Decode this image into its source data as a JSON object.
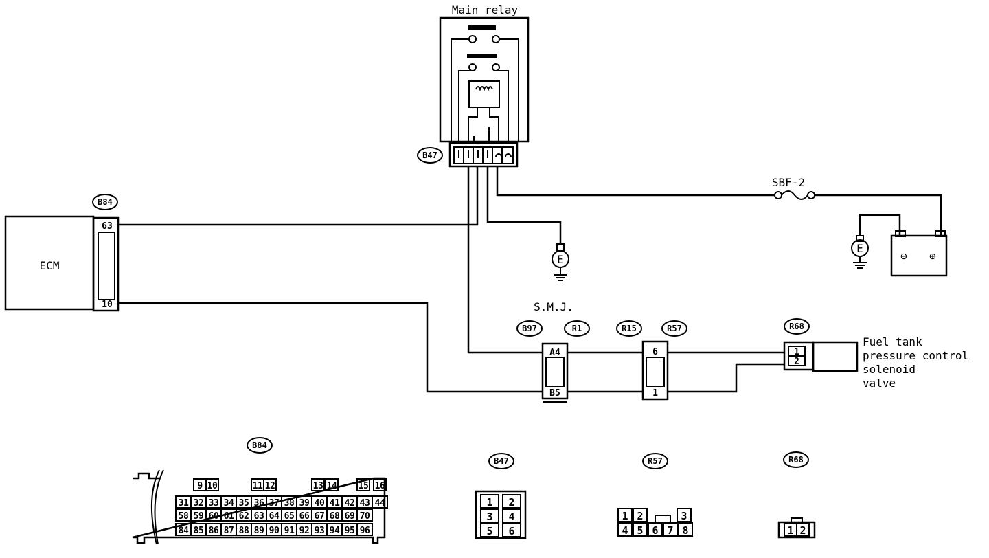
{
  "main_relay": {
    "title": "Main relay",
    "connector": "B47"
  },
  "ecm": {
    "label": "ECM",
    "connector": "B84",
    "pin_top": "63",
    "pin_bottom": "10"
  },
  "fuse": {
    "label": "SBF-2"
  },
  "ground_symbol": "E",
  "battery": {
    "neg": "⊖",
    "pos": "⊕"
  },
  "smj": {
    "label": "S.M.J.",
    "connector_left": "B97",
    "connector_right": "R1",
    "pin_top": "A4",
    "pin_bottom": "B5"
  },
  "r15_r57": {
    "connector_left": "R15",
    "connector_right": "R57",
    "pin_top": "6",
    "pin_bottom": "1"
  },
  "solenoid": {
    "connector": "R68",
    "pin_top": "1",
    "pin_bottom": "2",
    "label_lines": [
      "Fuel tank",
      "pressure control",
      "solenoid",
      "valve"
    ]
  },
  "connector_views": {
    "b84": {
      "label": "B84",
      "row1": [
        "9",
        "10",
        "11",
        "12",
        "13",
        "14",
        "15",
        "16"
      ],
      "row2": [
        "31",
        "32",
        "33",
        "34",
        "35",
        "36",
        "37",
        "38",
        "39",
        "40",
        "41",
        "42",
        "43",
        "44"
      ],
      "row3": [
        "58",
        "59",
        "60",
        "61",
        "62",
        "63",
        "64",
        "65",
        "66",
        "67",
        "68",
        "69",
        "70"
      ],
      "row4": [
        "84",
        "85",
        "86",
        "87",
        "88",
        "89",
        "90",
        "91",
        "92",
        "93",
        "94",
        "95",
        "96"
      ]
    },
    "b47": {
      "label": "B47",
      "cells": [
        "1",
        "2",
        "3",
        "4",
        "5",
        "6"
      ]
    },
    "r57": {
      "label": "R57",
      "cells": [
        "1",
        "2",
        "3",
        "4",
        "5",
        "6",
        "7",
        "8"
      ]
    },
    "r68": {
      "label": "R68",
      "cells": [
        "1",
        "2"
      ]
    }
  }
}
